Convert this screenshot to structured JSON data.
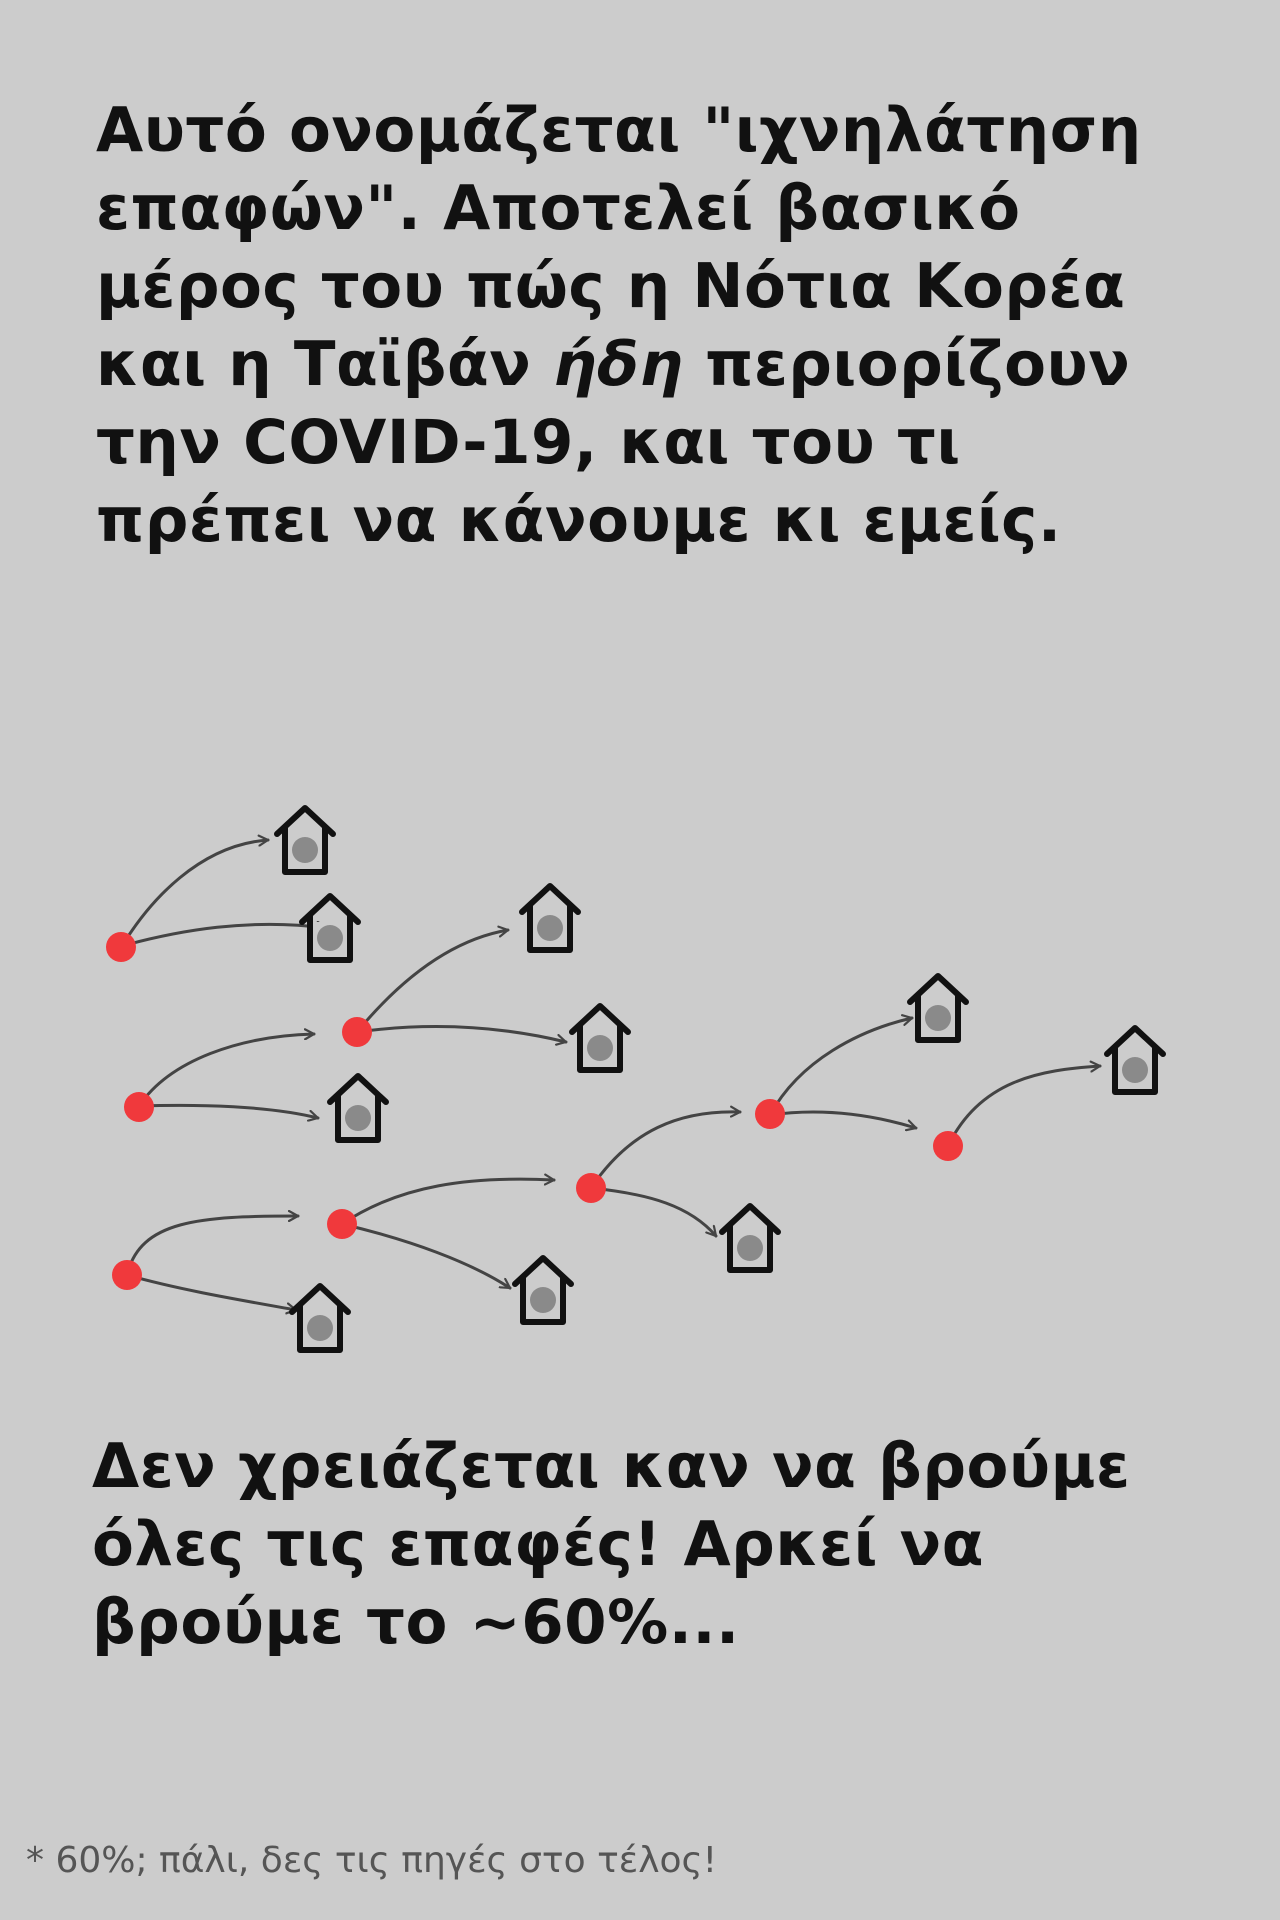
{
  "intro": {
    "part1": "Αυτό ονομάζεται \"ιχνηλάτηση επαφών\". Αποτελεί βασικό μέρος του πώς η Νότια Κορέα και η Ταϊβάν ",
    "emphasis": "ήδη",
    "part2": " περιορίζουν την COVID-19, και του τι πρέπει να κάνουμε κι εμείς."
  },
  "followup": "Δεν χρειάζεται καν να βρούμε όλες τις επαφές! Αρκεί να βρούμε το ~60%...",
  "footnote": "* 60%; πάλι, δες τις πηγές στο τέλος!",
  "colors": {
    "background": "#cccccc",
    "infected_dot": "#f0393c",
    "arrow": "#444444",
    "house_outline": "#111111",
    "house_fill": "#cccccc",
    "house_dot": "#8a8a8a",
    "footnote_text": "#555555"
  },
  "diagram": {
    "node_types": [
      "infected-person-dot",
      "house-icon",
      "arrow"
    ]
  }
}
